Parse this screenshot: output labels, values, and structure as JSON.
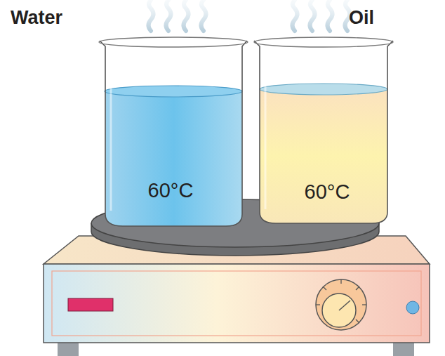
{
  "diagram": {
    "labels": [
      "Water",
      "Oil",
      "60°C",
      "60°C"
    ]
  }
}
